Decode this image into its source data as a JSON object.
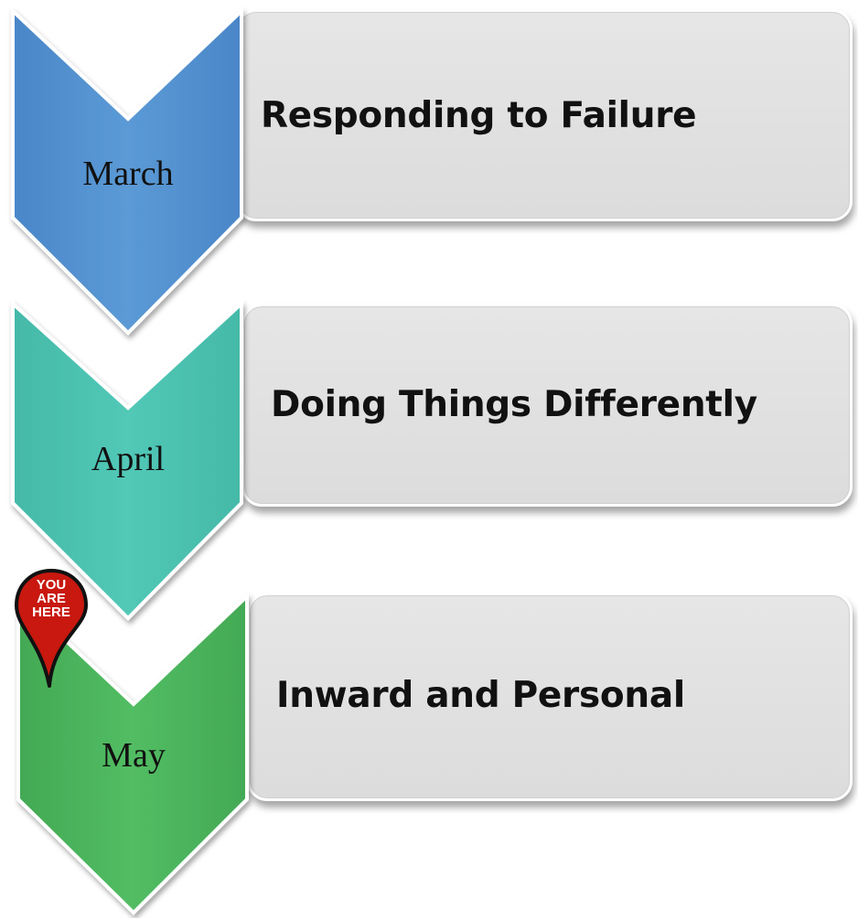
{
  "steps": [
    {
      "month": "March",
      "title": "Responding to Failure",
      "color": "#5390cf"
    },
    {
      "month": "April",
      "title": "Doing Things Differently",
      "color": "#4cc3b2"
    },
    {
      "month": "May",
      "title": "Inward and Personal",
      "color": "#4db65f"
    }
  ],
  "marker": {
    "line1": "YOU",
    "line2": "ARE",
    "line3": "HERE",
    "color": "#c8180f"
  }
}
